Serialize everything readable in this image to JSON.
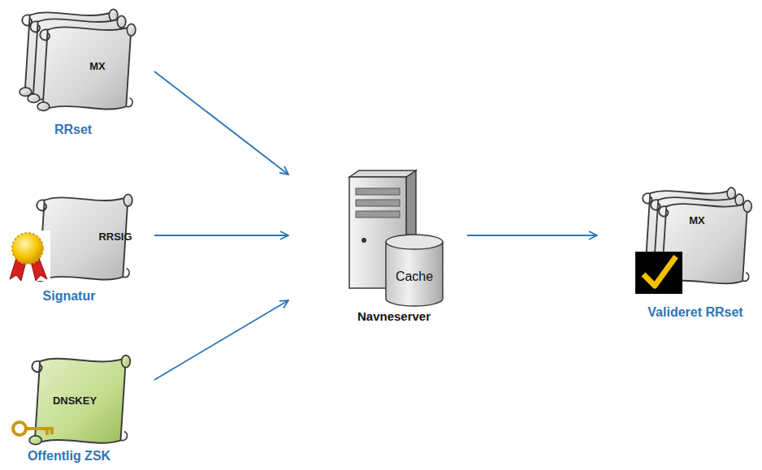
{
  "diagram": {
    "nodes": [
      {
        "text": [
          "MX",
          "RRset"
        ]
      },
      {
        "text": [
          "RRSIG",
          "Signatur"
        ]
      },
      {
        "text": [
          "DNSKEY",
          "Offentlig ZSK"
        ]
      },
      {
        "text": [
          "Cache",
          "Navneserver"
        ]
      },
      {
        "text": [
          "MX",
          "Valideret RRset"
        ]
      }
    ],
    "edges": [
      {
        "from": 0,
        "to": 3,
        "arrow": "to"
      },
      {
        "from": 1,
        "to": 3,
        "arrow": "to"
      },
      {
        "from": 2,
        "to": 3,
        "arrow": "to"
      },
      {
        "from": 3,
        "to": 4,
        "arrow": "to"
      }
    ]
  }
}
